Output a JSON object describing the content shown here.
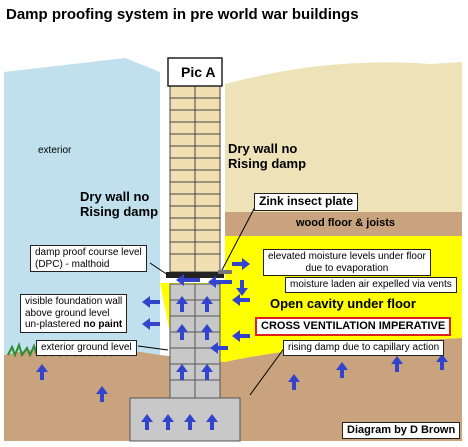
{
  "title": "Damp proofing system in pre world war buildings",
  "labels": {
    "pic_a": "Pic A",
    "exterior": "exterior",
    "dry_wall_right_1": "Dry wall no",
    "dry_wall_right_2": "Rising damp",
    "dry_wall_left_1": "Dry wall no",
    "dry_wall_left_2": "Rising damp",
    "zink_plate": "Zink insect plate",
    "wood_floor": "wood floor & joists",
    "dpc_1": "damp proof course level",
    "dpc_2": "(DPC) - malthoid",
    "elevated_1": "elevated moisture levels under floor",
    "elevated_2": "due to evaporation",
    "moisture_air": "moisture laden air expelled via vents",
    "open_cavity": "Open cavity under floor",
    "cross_vent": "CROSS VENTILATION IMPERATIVE",
    "foundation_1": "visible foundation wall",
    "foundation_2": "above ground level",
    "foundation_3a": "un-plastered ",
    "foundation_3b": "no paint",
    "ground_level": "exterior ground level",
    "rising_damp": "rising damp due to capillary action",
    "credit": "Diagram by D Brown"
  },
  "colors": {
    "sky": "#bfe0ec",
    "sand": "#ede2b8",
    "soil": "#c8a37e",
    "cavity": "#ffff00",
    "wall": "#f1dfb2",
    "concrete": "#c8c8c8",
    "arrow": "#3344cc",
    "grass": "#2e8a2e",
    "highlight": "#e02020"
  }
}
